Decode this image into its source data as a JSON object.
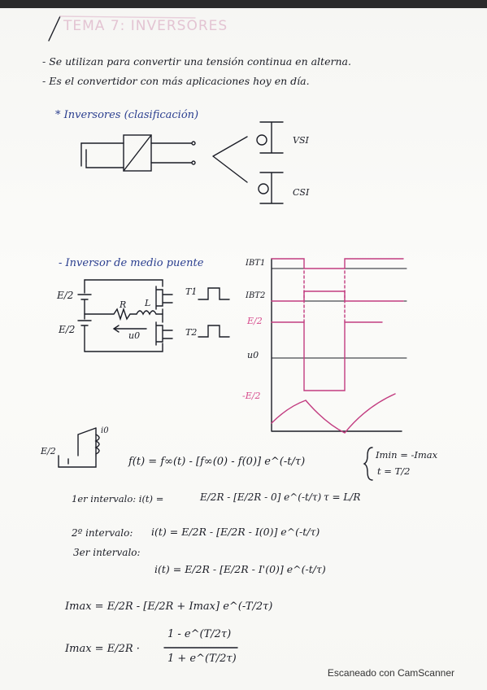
{
  "title": "TEMA 7: INVERSORES",
  "intro": [
    "- Se utilizan para convertir una tensión continua en alterna.",
    "- Es el convertidor con más aplicaciones hoy en día."
  ],
  "classification": {
    "heading": "* Inversores (clasificación)",
    "vsi_label": "VSI",
    "csi_label": "CSI"
  },
  "half_bridge": {
    "heading": "- Inversor de medio puente",
    "e2_top": "E/2",
    "e2_bottom": "E/2",
    "r_label": "R",
    "l_label": "L",
    "u0_label": "u0",
    "t1": "T1",
    "t2": "T2",
    "waves": {
      "ibt1": "IBT1",
      "ibt2": "IBT2",
      "e2_pos": "E/2",
      "u0": "u0",
      "e2_neg": "-E/2"
    }
  },
  "rl_circuit": {
    "e2": "E/2",
    "i0": "i0"
  },
  "equations": {
    "general": "f(t) = f∞(t) - [f∞(0) - f(0)] e^(-t/τ)",
    "brace_line1": "Imin = -Imax",
    "brace_line2": "t = T/2",
    "int1_prefix": "1er intervalo: i(t) =",
    "int1_body": "E/2R - [E/2R - 0] e^(-t/τ)",
    "tau": "τ = L/R",
    "int2_prefix": "2º intervalo:",
    "int2_body": "i(t) = E/2R - [E/2R - I(0)] e^(-t/τ)",
    "int3_prefix": "3er intervalo:",
    "int3_body": "i(t) = E/2R - [E/2R - I'(0)] e^(-t/τ)",
    "imax1": "Imax = E/2R - [E/2R + Imax] e^(-T/2τ)",
    "imax2_left": "Imax = E/2R ·",
    "imax2_num": "1 - e^(T/2τ)",
    "imax2_den": "1 + e^(T/2τ)"
  },
  "footer": "Escaneado con CamScanner"
}
